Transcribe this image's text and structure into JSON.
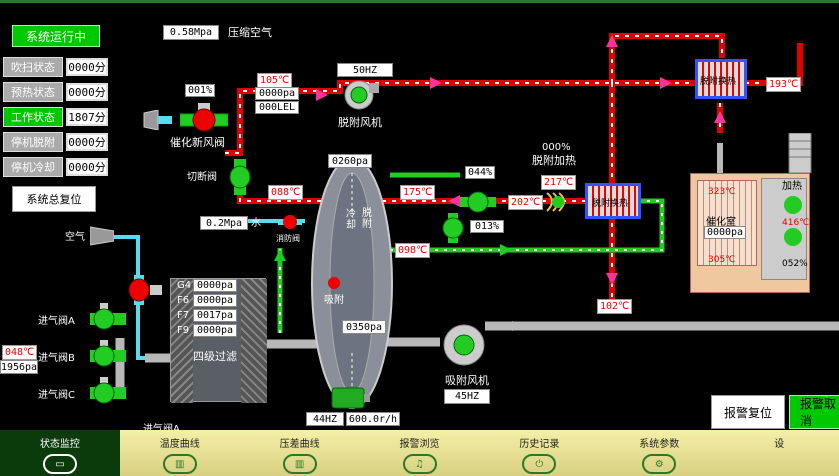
{
  "system_status": "系统运行中",
  "pressure_top": {
    "value": "0.58Mpa",
    "label": "压缩空气"
  },
  "state_rows": [
    {
      "label": "吹扫状态",
      "value": "0000分",
      "active": false
    },
    {
      "label": "预热状态",
      "value": "0000分",
      "active": false
    },
    {
      "label": "工作状态",
      "value": "1807分",
      "active": true
    },
    {
      "label": "停机脱附",
      "value": "0000分",
      "active": false
    },
    {
      "label": "停机冷却",
      "value": "0000分",
      "active": false
    }
  ],
  "reset_all_label": "系统总复位",
  "fresh_valve": {
    "label": "催化新风阀",
    "percent": "001%"
  },
  "cut_valve_label": "切断阀",
  "inlet_readings": {
    "temp": "105℃",
    "pressure": "0000pa",
    "lel": "000LEL"
  },
  "desorb_fan": {
    "freq": "50HZ",
    "label": "脱附风机"
  },
  "temp_193": "193℃",
  "desorb_exchanger_top": "脱附换热",
  "desorb_exchanger_mid": "脱附换热",
  "desorb_heater": {
    "percent": "000%",
    "label": "脱附加热",
    "temp": "217℃"
  },
  "wheel": {
    "pressure_top": "0260pa",
    "pressure_bottom": "0350pa",
    "label_cool": "冷却",
    "label_desorb": "脱附",
    "label_adsorb": "吸附"
  },
  "temp_088": "088℃",
  "temp_175": "175℃",
  "temp_202": "202℃",
  "valve_044": "044%",
  "valve_013": "013%",
  "water": {
    "value": "0.2Mpa",
    "label": "水",
    "valve_label": "消防阀"
  },
  "temp_098": "098℃",
  "temp_102": "102℃",
  "air_label": "空气",
  "catalytic": {
    "temp_top": "323℃",
    "label": "催化室",
    "pressure": "0000pa",
    "temp_bottom": "305℃",
    "heater_label": "加热",
    "heater_temp": "416℃",
    "heater_percent": "052%"
  },
  "filter": {
    "label": "四级过滤",
    "rows": [
      {
        "name": "G4",
        "value": "0000pa"
      },
      {
        "name": "F6",
        "value": "0000pa"
      },
      {
        "name": "F7",
        "value": "0017pa"
      },
      {
        "name": "F9",
        "value": "0000pa"
      }
    ]
  },
  "inlet_valves": [
    "进气阀A",
    "进气阀B",
    "进气阀C",
    "进气阀A"
  ],
  "inlet_temp": "048℃",
  "inlet_pressure": "1956pa",
  "adsorb_fan": {
    "label": "吸附风机",
    "freq": "45HZ"
  },
  "wheel_drive": {
    "freq": "44HZ",
    "speed": "600.0r/h"
  },
  "alarm_reset_label": "报警复位",
  "alarm_cancel_label": "报警取消",
  "nav": [
    {
      "label": "状态监控",
      "icon": "monitor-icon",
      "glyph": "▭",
      "active": true
    },
    {
      "label": "温度曲线",
      "icon": "chart-icon",
      "glyph": "▥",
      "active": false
    },
    {
      "label": "压差曲线",
      "icon": "chart-icon",
      "glyph": "▥",
      "active": false
    },
    {
      "label": "报警浏览",
      "icon": "bell-icon",
      "glyph": "♫",
      "active": false
    },
    {
      "label": "历史记录",
      "icon": "power-icon",
      "glyph": "⏻",
      "active": false
    },
    {
      "label": "系统参数",
      "icon": "settings-icon",
      "glyph": "⚙",
      "active": false
    },
    {
      "label": "设",
      "icon": "more-icon",
      "glyph": "",
      "active": false
    }
  ],
  "colors": {
    "hot_pipe": "#e00000",
    "air_pipe": "#55ddee",
    "clean_pipe": "#22cc22",
    "main_pipe": "#b8b8b8",
    "status_green": "#00c800"
  }
}
